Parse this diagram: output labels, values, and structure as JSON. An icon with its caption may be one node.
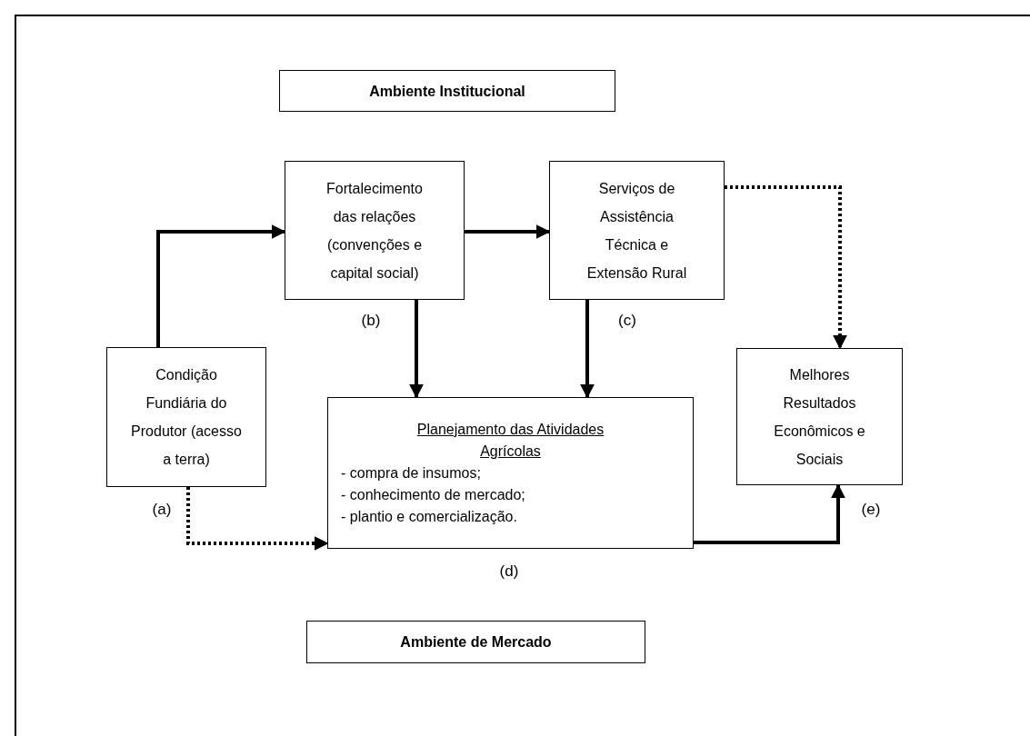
{
  "diagram": {
    "nodes": [
      {
        "text": [
          "Ambiente Institucional"
        ]
      },
      {
        "text": [
          "Fortalecimento das relações (convenções e capital social)"
        ],
        "beside": [
          "(b)"
        ]
      },
      {
        "text": [
          "Serviços de Assistência Técnica e Extensão Rural"
        ],
        "beside": [
          "(c)"
        ]
      },
      {
        "text": [
          "Condição Fundiária do Produtor (acesso a terra)"
        ],
        "beside": [
          "(a)"
        ]
      },
      {
        "text": [
          "Melhores Resultados Econômicos e Sociais"
        ],
        "beside": [
          "(e)"
        ]
      },
      {
        "text": [
          "Planejamento das Atividades Agrícolas",
          "- compra de insumos;",
          "- conhecimento de mercado;",
          "- plantio e comercialização."
        ],
        "beside": [
          "(d)"
        ]
      },
      {
        "text": [
          "Ambiente de Mercado"
        ]
      }
    ],
    "edges": [
      {
        "from": 3,
        "to": 1,
        "arrow": "to"
      },
      {
        "from": 1,
        "to": 2,
        "arrow": "to"
      },
      {
        "from": 2,
        "to": 4,
        "arrow": "to",
        "style": "dashed"
      },
      {
        "from": 1,
        "to": 5,
        "arrow": "to"
      },
      {
        "from": 2,
        "to": 5,
        "arrow": "to"
      },
      {
        "from": 3,
        "to": 5,
        "arrow": "to",
        "style": "dashed"
      },
      {
        "from": 5,
        "to": 4,
        "arrow": "to"
      }
    ]
  }
}
